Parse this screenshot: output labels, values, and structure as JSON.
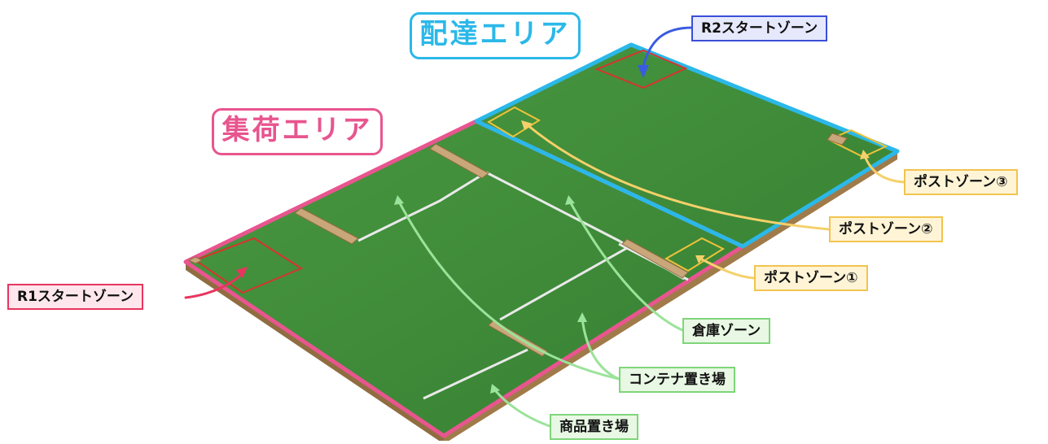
{
  "areas": {
    "delivery": {
      "label": "配達エリア",
      "color": "#2bb8e8"
    },
    "collection": {
      "label": "集荷エリア",
      "color": "#e8558f"
    }
  },
  "labels": {
    "r2_start": {
      "text": "R2スタートゾーン",
      "border": "#3a4fd8",
      "fill": "#e6e9fb",
      "arrow": "#3a5be0"
    },
    "r1_start": {
      "text": "R1スタートゾーン",
      "border": "#e8355f",
      "fill": "#fde7ec",
      "arrow": "#e8355f"
    },
    "post_zone_3": {
      "text": "ポストゾーン③",
      "border": "#f2c44e",
      "fill": "#fff4d6",
      "arrow": "#f5d06a"
    },
    "post_zone_2": {
      "text": "ポストゾーン②",
      "border": "#f2c44e",
      "fill": "#fff4d6",
      "arrow": "#f5d06a"
    },
    "post_zone_1": {
      "text": "ポストゾーン①",
      "border": "#f2c44e",
      "fill": "#fff4d6",
      "arrow": "#f5d06a"
    },
    "warehouse_zone": {
      "text": "倉庫ゾーン",
      "border": "#7fd57a",
      "fill": "#e8f8e4",
      "arrow": "#9be39a"
    },
    "container_area": {
      "text": "コンテナ置き場",
      "border": "#7fd57a",
      "fill": "#e8f8e4",
      "arrow": "#9be39a"
    },
    "product_area": {
      "text": "商品置き場",
      "border": "#7fd57a",
      "fill": "#e8f8e4",
      "arrow": "#9be39a"
    }
  },
  "field": {
    "green": "#3f8f3a",
    "edge": "#b08a55",
    "wall": "#c9a77a",
    "line": "#e6e6e6"
  }
}
